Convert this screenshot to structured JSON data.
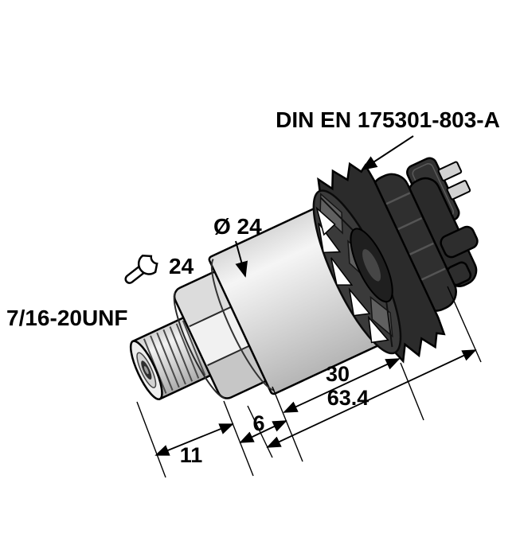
{
  "figure": {
    "labels": {
      "connector_standard": "DIN EN 175301-803-A",
      "body_diameter": "Ø 24",
      "wrench_size": "24",
      "thread": "7/16-20UNF"
    },
    "dimensions": {
      "body_length": "30",
      "overall_length": "63.4",
      "hex_length": "6",
      "thread_length": "11"
    },
    "colors": {
      "background": "#ffffff",
      "line_color": "#000000",
      "metal_light": "#f2f2f2",
      "metal_dark": "#ababab",
      "housing": "#2d2d2d"
    }
  }
}
